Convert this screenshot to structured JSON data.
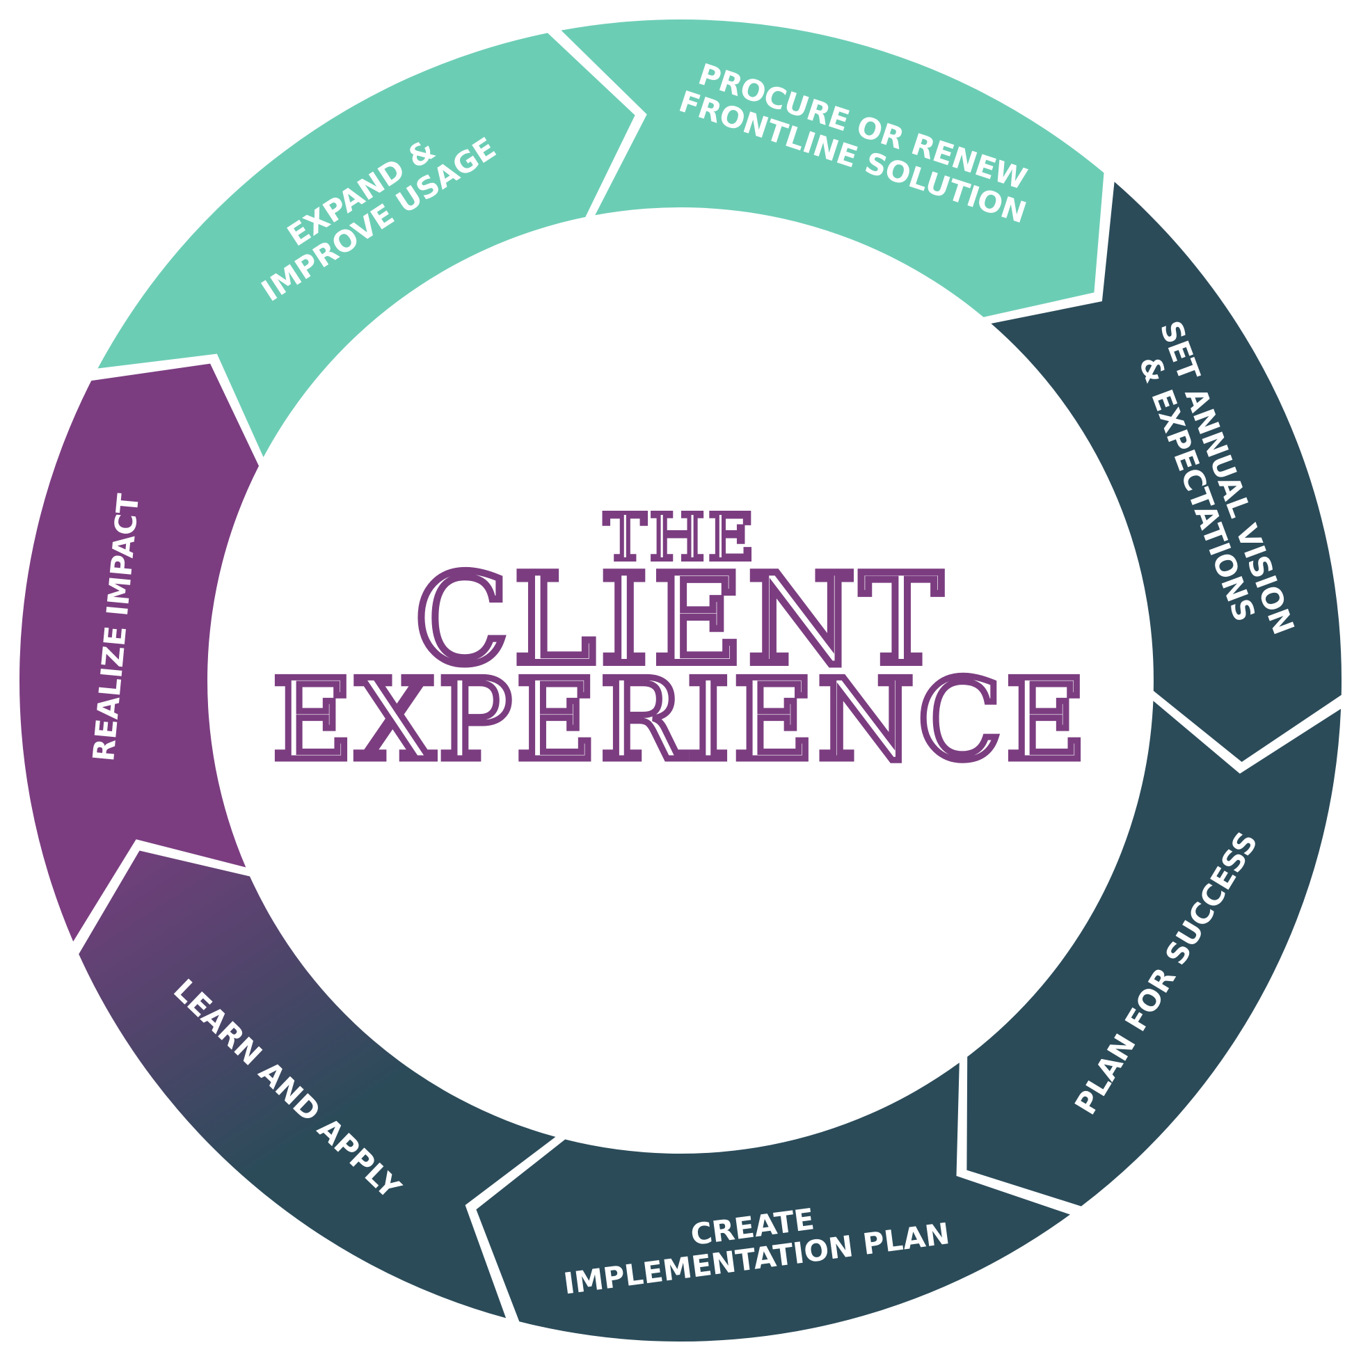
{
  "title": {
    "line1": "THE",
    "line2": "CLIENT",
    "line3": "EXPERIENCE",
    "color": "#7b3d80"
  },
  "stages": [
    {
      "id": "procure",
      "lines": [
        "PROCURE OR RENEW",
        "FRONTLINE SOLUTION"
      ],
      "color": "#6ccdb5"
    },
    {
      "id": "set-vision",
      "lines": [
        "SET ANNUAL VISION",
        "& EXPECTATIONS"
      ],
      "color": "#2b4b59"
    },
    {
      "id": "plan-success",
      "lines": [
        "PLAN FOR SUCCESS"
      ],
      "color": "#2b4b59"
    },
    {
      "id": "create-plan",
      "lines": [
        "CREATE",
        "IMPLEMENTATION PLAN"
      ],
      "color": "#2b4b59"
    },
    {
      "id": "learn-apply",
      "lines": [
        "LEARN AND APPLY"
      ],
      "color": "#7b3d80",
      "color_end": "#2b4b59"
    },
    {
      "id": "realize-impact",
      "lines": [
        "REALIZE IMPACT"
      ],
      "color": "#7b3d80"
    },
    {
      "id": "expand-usage",
      "lines": [
        "EXPAND &",
        "IMPROVE USAGE"
      ],
      "color": "#6ccdb5"
    }
  ]
}
